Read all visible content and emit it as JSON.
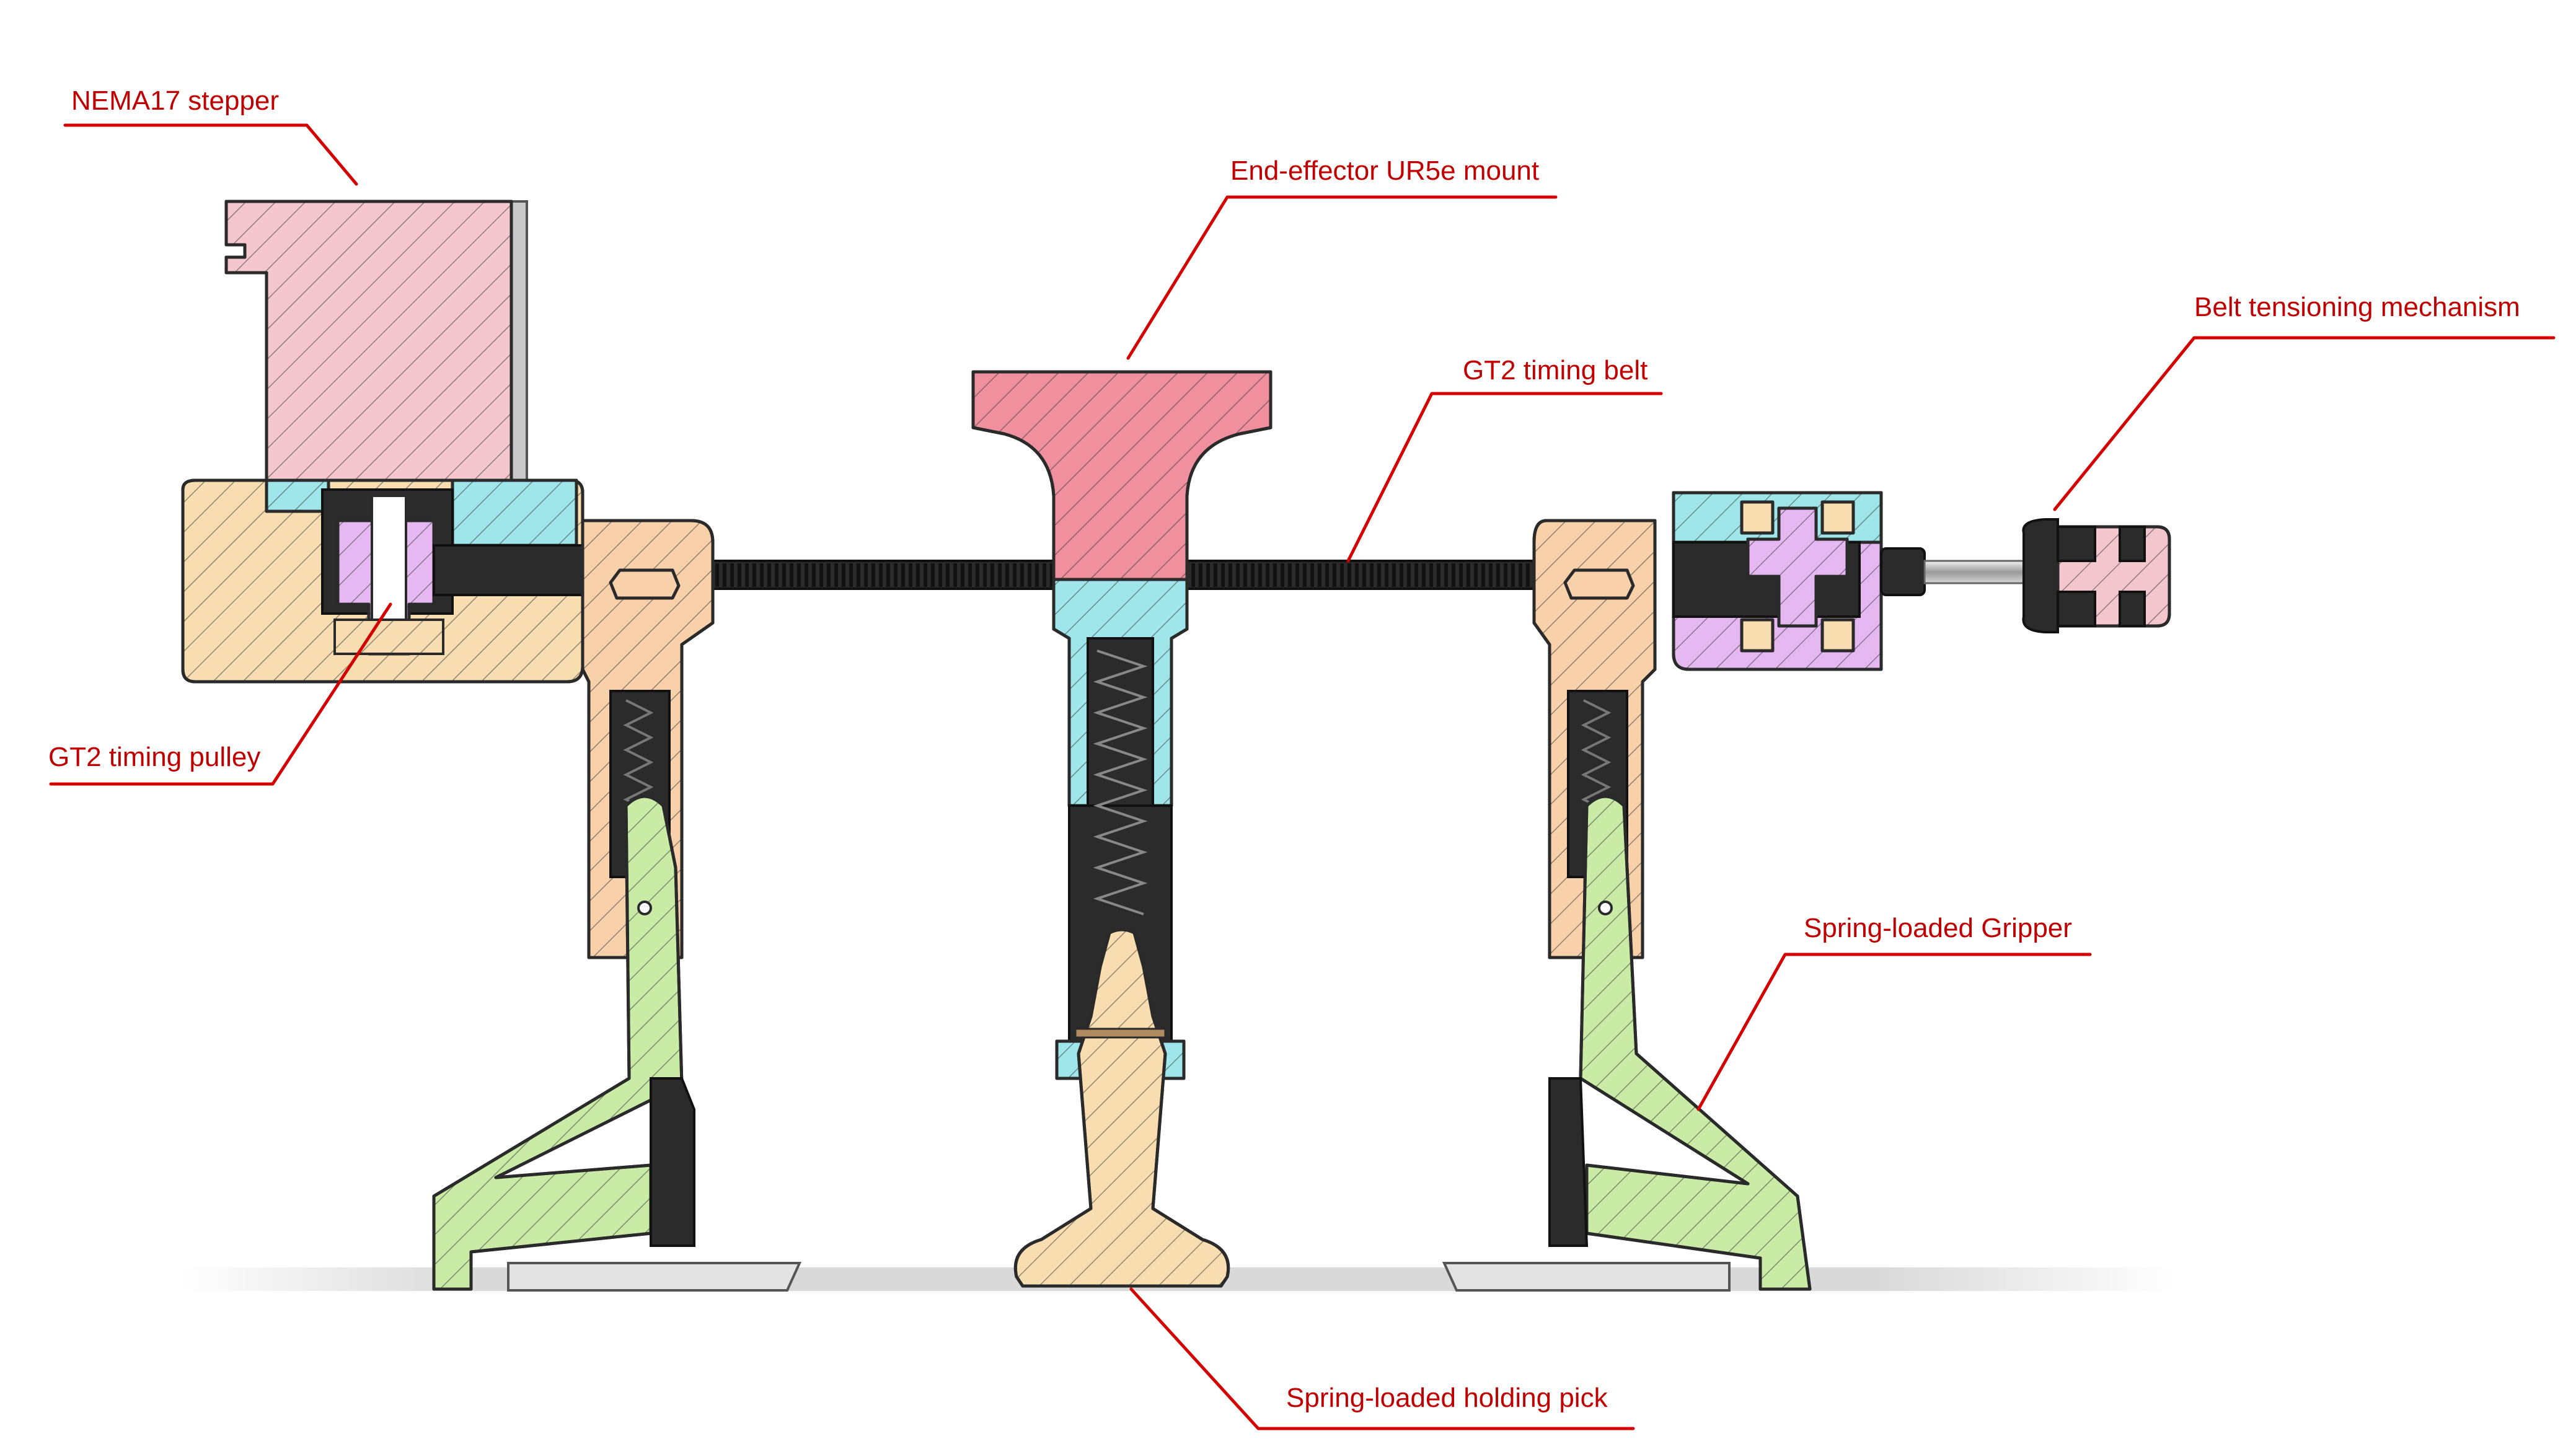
{
  "callouts": {
    "nema17": "NEMA17 stepper",
    "mount": "End-effector UR5e mount",
    "belt": "GT2 timing belt",
    "tensioner": "Belt tensioning mechanism",
    "pulley": "GT2 timing pulley",
    "gripper": "Spring-loaded Gripper",
    "pick": "Spring-loaded holding pick"
  },
  "colors": {
    "callout_text": "#c00000",
    "leader_line": "#d40000",
    "motor_pink": "#f4c6cd",
    "mount_pink": "#f08f9e",
    "frame_tan": "#f8ddb0",
    "arm_orange": "#f8d0aa",
    "cyan": "#9fe6ea",
    "lilac": "#e5b8f2",
    "green": "#c9eba6",
    "dark": "#2b2b2b"
  }
}
